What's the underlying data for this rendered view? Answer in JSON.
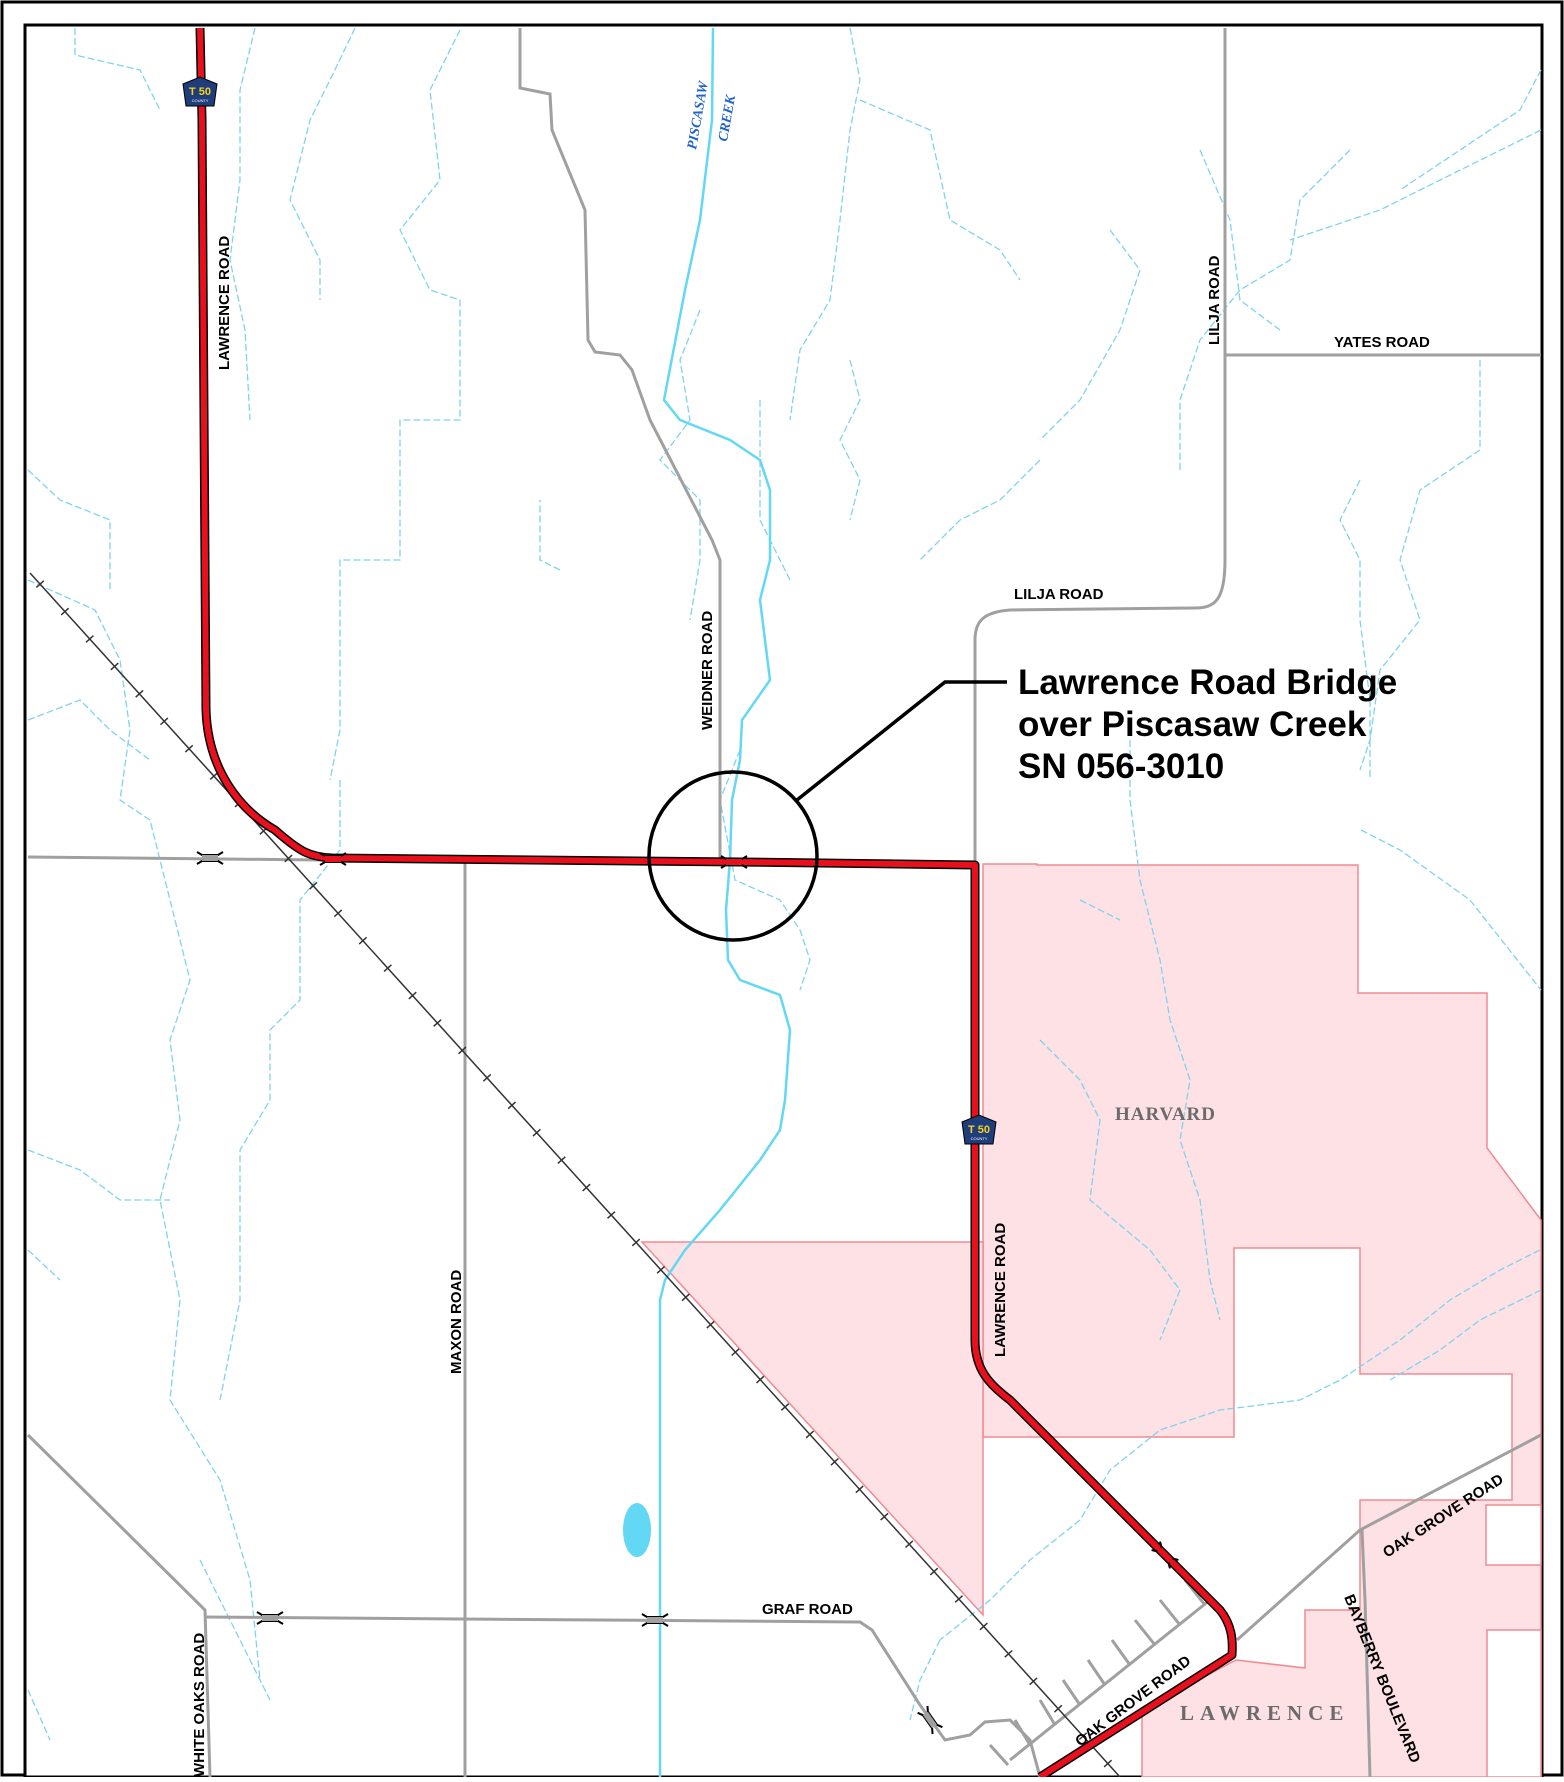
{
  "callout": {
    "line1": "Lawrence Road Bridge",
    "line2": "over Piscasaw Creek",
    "line3": "SN 056-3010"
  },
  "roads": {
    "lawrence_road_north": "LAWRENCE  ROAD",
    "lawrence_road_south": "LAWRENCE  ROAD",
    "weidner_road": "WEIDNER ROAD",
    "lilja_road_vertical": "LILJA ROAD",
    "lilja_road_horizontal": "LILJA  ROAD",
    "yates_road": "YATES ROAD",
    "maxon_road": "MAXON ROAD",
    "white_oaks_road": "WHITE OAKS ROAD",
    "graf_road": "GRAF ROAD",
    "oak_grove_road_left": "OAK GROVE ROAD",
    "oak_grove_road_right": "OAK GROVE ROAD",
    "bayberry_boulevard": "BAYBERRY BOULEVARD"
  },
  "water": {
    "piscasaw_line1": "PISCASAW",
    "piscasaw_line2": "CREEK"
  },
  "places": {
    "harvard": "HARVARD",
    "lawrence": "LAWRENCE"
  },
  "shields": {
    "route_north": "T 50",
    "route_south": "T 50",
    "sub_label": "COUNTY"
  },
  "colors": {
    "highlight_route": "#e8101c",
    "local_road": "#a0a0a0",
    "stream": "#7fd3ee",
    "creek": "#62d8f4",
    "municipal_fill": "#fde1e4",
    "municipal_outline": "#f08a92",
    "shield_fill": "#1f3d7a"
  }
}
